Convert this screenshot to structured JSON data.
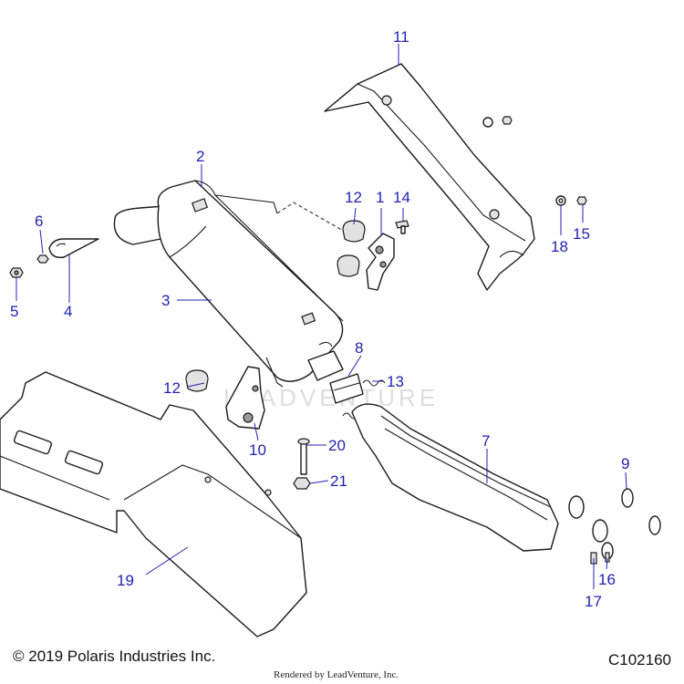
{
  "callouts": [
    {
      "id": "c1",
      "label": "1"
    },
    {
      "id": "c2",
      "label": "2"
    },
    {
      "id": "c3",
      "label": "3"
    },
    {
      "id": "c4",
      "label": "4"
    },
    {
      "id": "c5",
      "label": "5"
    },
    {
      "id": "c6",
      "label": "6"
    },
    {
      "id": "c7",
      "label": "7"
    },
    {
      "id": "c8",
      "label": "8"
    },
    {
      "id": "c9",
      "label": "9"
    },
    {
      "id": "c10",
      "label": "10"
    },
    {
      "id": "c11",
      "label": "11"
    },
    {
      "id": "c12a",
      "label": "12"
    },
    {
      "id": "c12b",
      "label": "12"
    },
    {
      "id": "c13",
      "label": "13"
    },
    {
      "id": "c14",
      "label": "14"
    },
    {
      "id": "c15",
      "label": "15"
    },
    {
      "id": "c16",
      "label": "16"
    },
    {
      "id": "c17",
      "label": "17"
    },
    {
      "id": "c18",
      "label": "18"
    },
    {
      "id": "c19",
      "label": "19"
    },
    {
      "id": "c20",
      "label": "20"
    },
    {
      "id": "c21",
      "label": "21"
    }
  ],
  "watermark": "LEADVENTURE",
  "footer": {
    "copyright": "© 2019 Polaris Industries Inc.",
    "doc_id": "C102160",
    "rendered_by": "Rendered by LeadVenture, Inc."
  },
  "colors": {
    "callout": "#1f1fb4",
    "line": "#1a1a1a"
  }
}
